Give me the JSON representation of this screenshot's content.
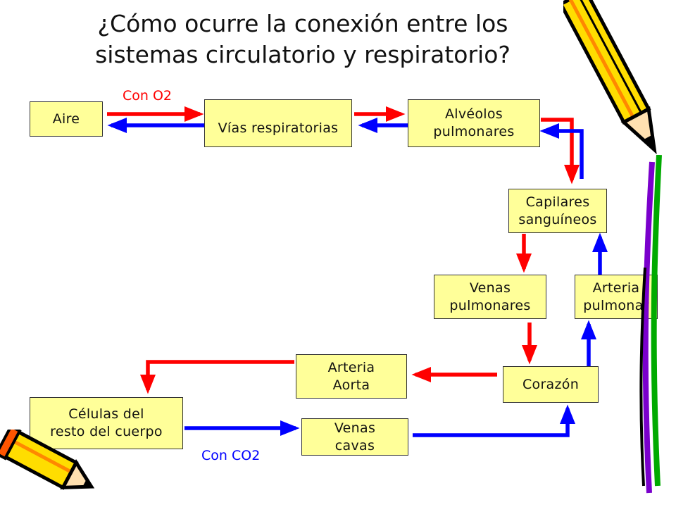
{
  "title": {
    "line1": "¿Cómo ocurre la conexión entre los",
    "line2": "sistemas circulatorio y respiratorio?"
  },
  "nodes": {
    "aire": {
      "lines": [
        "Aire"
      ]
    },
    "vias": {
      "lines": [
        "Vías respiratorias"
      ]
    },
    "alveolos": {
      "lines": [
        "Alvéolos",
        "pulmonares"
      ]
    },
    "capilares": {
      "lines": [
        "Capilares",
        "sanguíneos"
      ]
    },
    "venas_pulmonares": {
      "lines": [
        "Venas",
        "pulmonares"
      ]
    },
    "arteria_pulmonar": {
      "lines": [
        "Arteria",
        "pulmonar"
      ]
    },
    "corazon": {
      "lines": [
        "Corazón"
      ]
    },
    "arteria_aorta": {
      "lines": [
        "Arteria",
        "Aorta"
      ]
    },
    "celulas": {
      "lines": [
        "Células del",
        "resto del cuerpo"
      ]
    },
    "venas_cavas": {
      "lines": [
        "Venas",
        "cavas"
      ]
    }
  },
  "labels": {
    "con_o2": "Con O2",
    "con_co2": "Con CO2"
  },
  "colors": {
    "oxygen_flow": "#ff0000",
    "co2_flow": "#0000ff",
    "box_fill": "#ffff99",
    "label_o2": "#ff0000",
    "label_co2": "#0000ff"
  },
  "icons": [
    "pencil-icon-right",
    "pencil-icon-left"
  ]
}
